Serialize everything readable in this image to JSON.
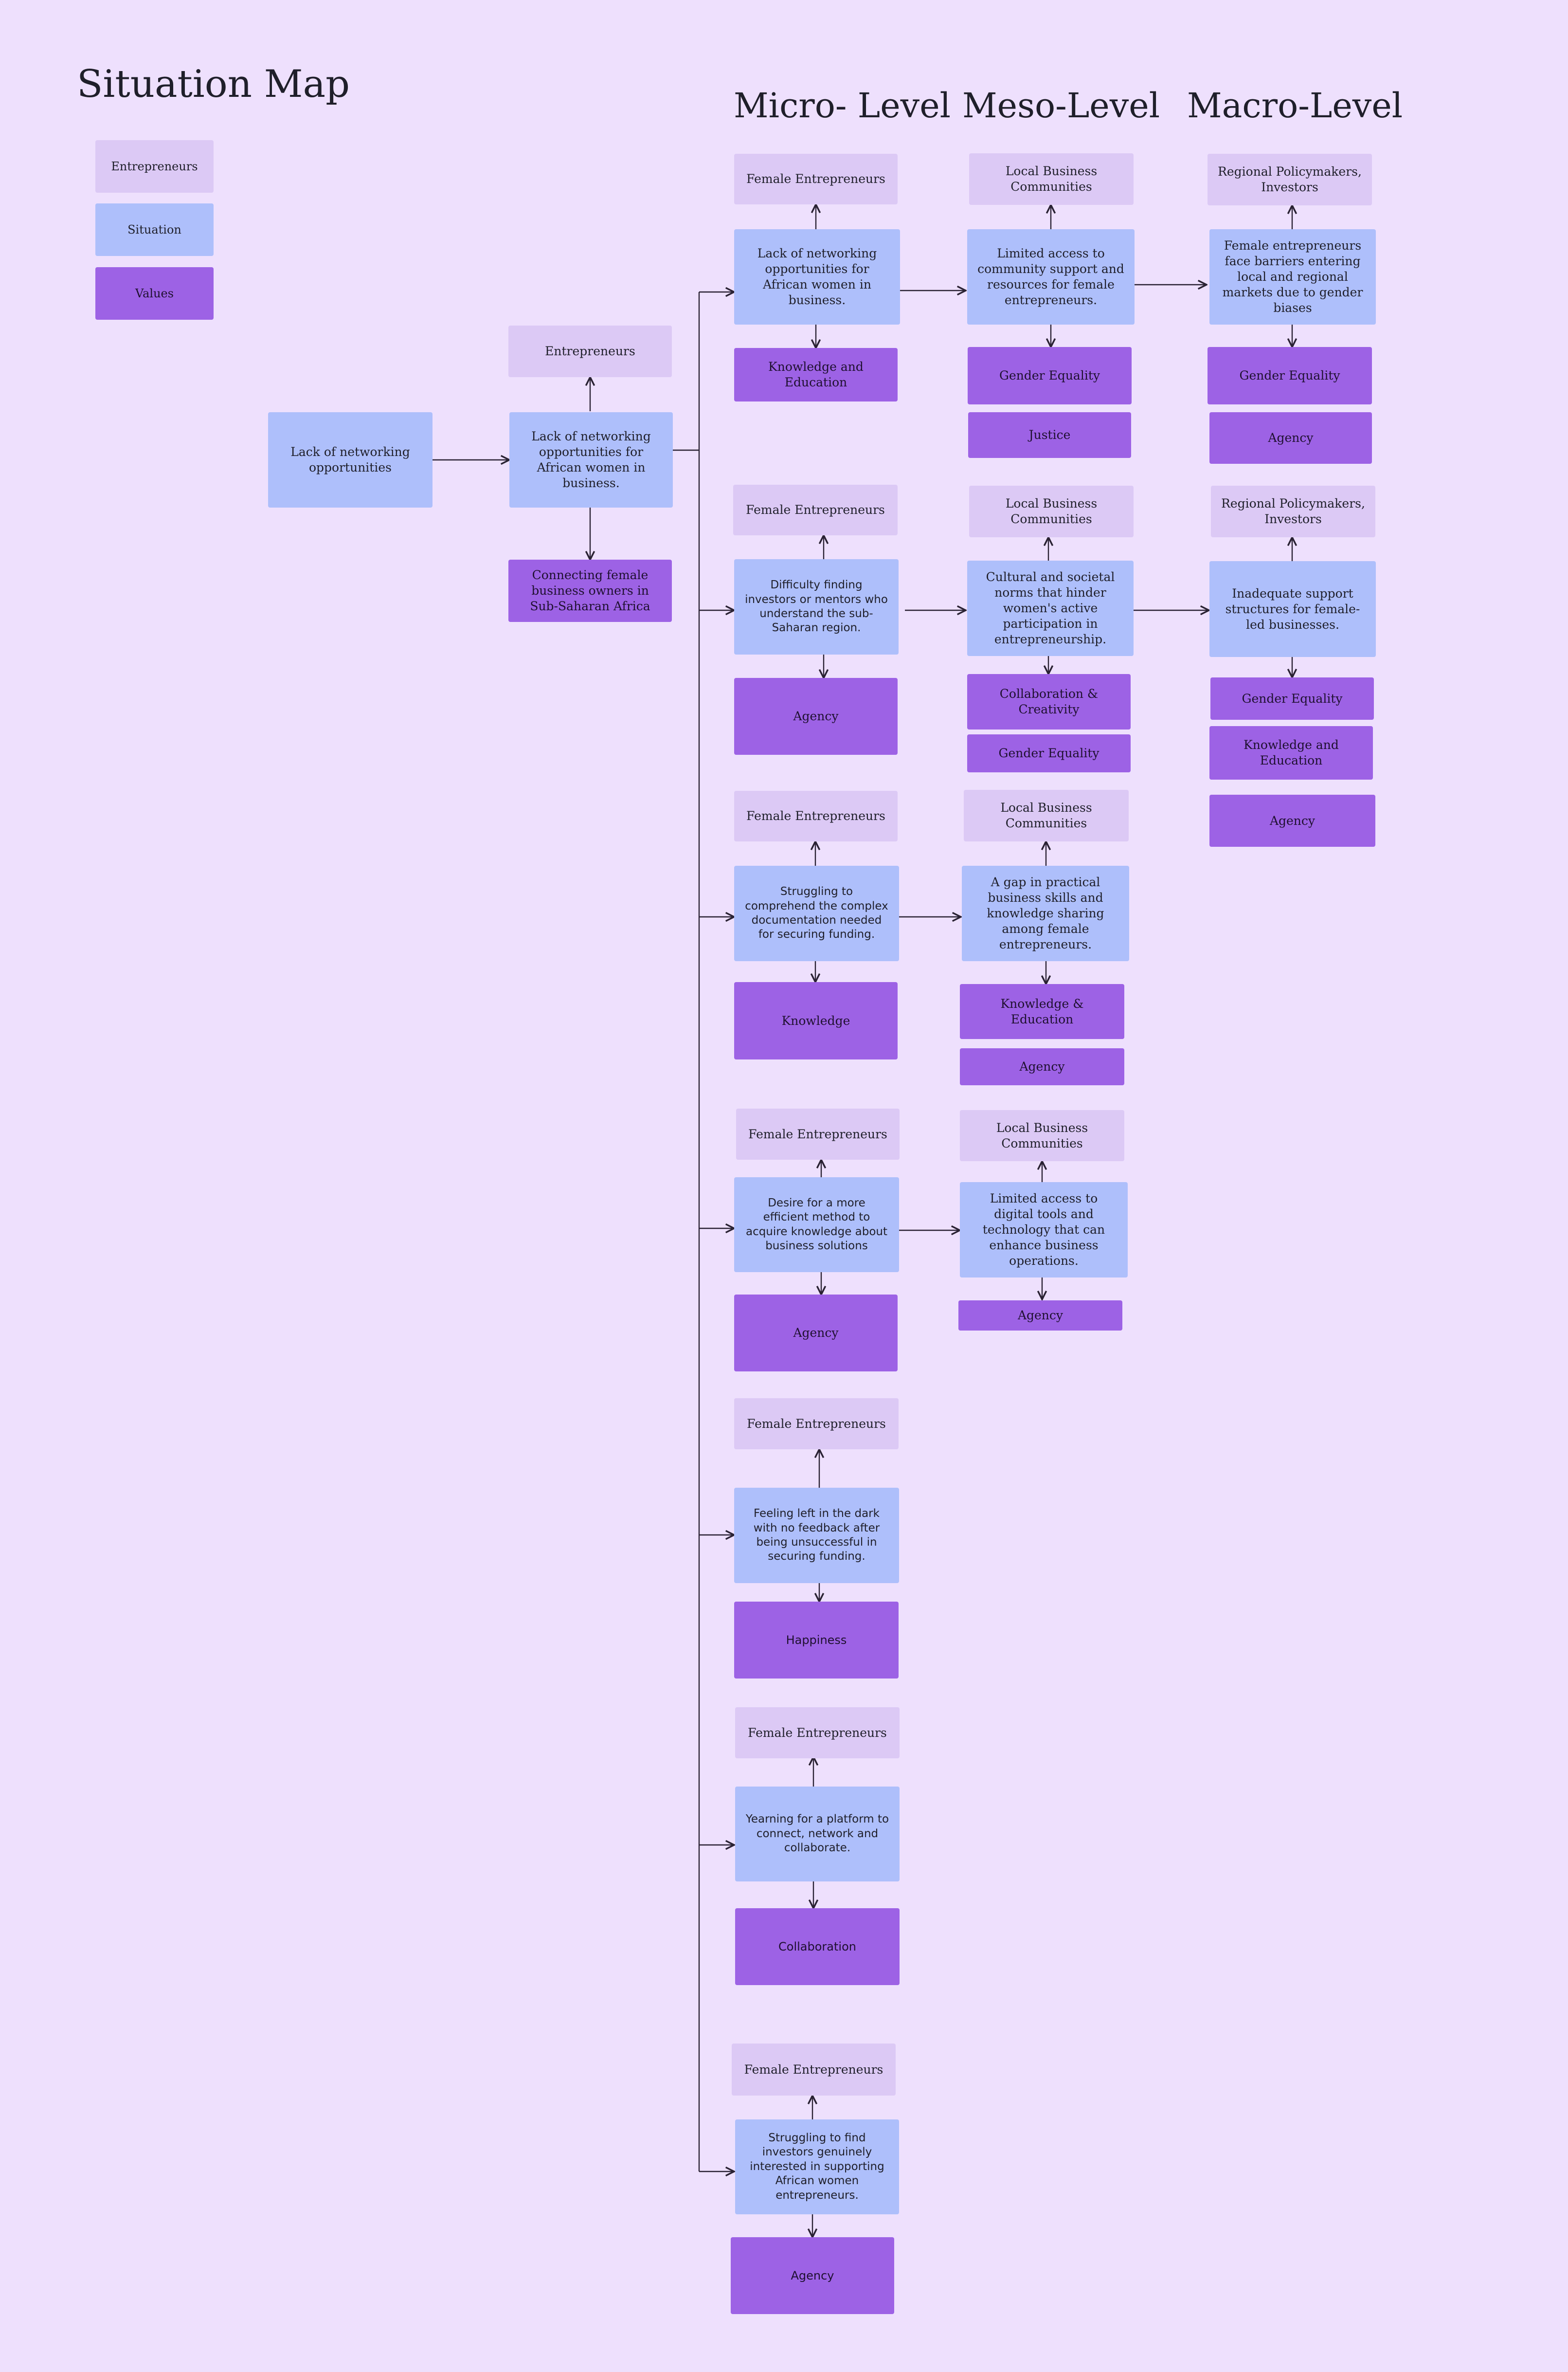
{
  "title": "Situation Map",
  "legend": {
    "entrepreneurs": "Entrepreneurs",
    "situation": "Situation",
    "values": "Values"
  },
  "columns": {
    "micro": "Micro- Level",
    "meso": "Meso-Level",
    "macro": "Macro-Level"
  },
  "root": {
    "situation": "Lack of networking opportunities",
    "hub_entrepreneurs": "Entrepreneurs",
    "hub_situation": "Lack of networking opportunities for African women in business.",
    "hub_value": "Connecting female business owners in Sub-Saharan Africa"
  },
  "rows": [
    {
      "micro": {
        "ent": "Female Entrepreneurs",
        "sit": "Lack of networking opportunities for African women in business.",
        "vals": [
          "Knowledge and Education"
        ]
      },
      "meso": {
        "ent": "Local Business Communities",
        "sit": "Limited access to community support and resources for female entrepreneurs.",
        "vals": [
          "Gender Equality",
          "Justice"
        ]
      },
      "macro": {
        "ent": "Regional Policymakers, Investors",
        "sit": "Female entrepreneurs face barriers entering local and regional markets due to gender biases",
        "vals": [
          "Gender Equality",
          "Agency"
        ]
      }
    },
    {
      "micro": {
        "ent": "Female Entrepreneurs",
        "sit": "Difficulty finding investors or mentors who understand the sub-Saharan region.",
        "vals": [
          "Agency"
        ]
      },
      "meso": {
        "ent": "Local Business Communities",
        "sit": "Cultural and societal norms that hinder women's active participation in entrepreneurship.",
        "vals": [
          "Collaboration & Creativity",
          "Gender Equality"
        ]
      },
      "macro": {
        "ent": "Regional Policymakers, Investors",
        "sit": "Inadequate support structures for female-led businesses.",
        "vals": [
          "Gender Equality",
          "Knowledge and Education",
          "Agency"
        ]
      }
    },
    {
      "micro": {
        "ent": "Female Entrepreneurs",
        "sit": "Struggling to comprehend the complex documentation needed for securing funding.",
        "vals": [
          "Knowledge"
        ]
      },
      "meso": {
        "ent": "Local Business Communities",
        "sit": "A gap in practical business skills and knowledge sharing among female entrepreneurs.",
        "vals": [
          "Knowledge & Education",
          "Agency"
        ]
      }
    },
    {
      "micro": {
        "ent": "Female Entrepreneurs",
        "sit": "Desire for a more efficient method to acquire knowledge about business solutions",
        "vals": [
          "Agency"
        ]
      },
      "meso": {
        "ent": "Local Business Communities",
        "sit": "Limited access to digital tools and technology that can enhance business operations.",
        "vals": [
          "Agency"
        ]
      }
    },
    {
      "micro": {
        "ent": "Female Entrepreneurs",
        "sit": "Feeling left in the dark with no feedback after being unsuccessful in securing funding.",
        "vals": [
          "Happiness"
        ]
      }
    },
    {
      "micro": {
        "ent": "Female Entrepreneurs",
        "sit": "Yearning for a platform to connect, network and collaborate.",
        "vals": [
          "Collaboration"
        ]
      }
    },
    {
      "micro": {
        "ent": "Female Entrepreneurs",
        "sit": "Struggling to find investors genuinely interested in supporting African women entrepreneurs.",
        "vals": [
          "Agency"
        ]
      }
    }
  ]
}
